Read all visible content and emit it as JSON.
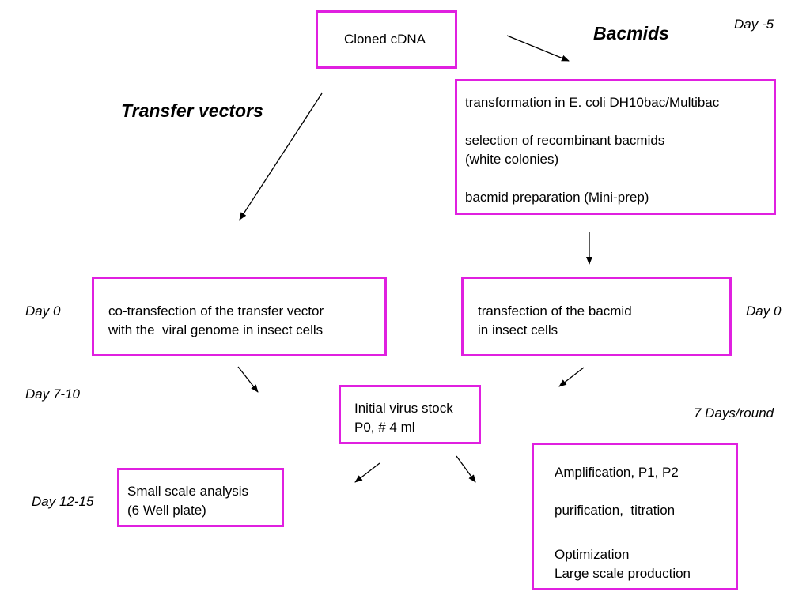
{
  "headings": {
    "bacmids": "Bacmids",
    "transfer_vectors": "Transfer vectors"
  },
  "day_labels": {
    "day_minus5": "Day -5",
    "day0_left": "Day 0",
    "day0_right": "Day 0",
    "day7_10": "Day 7-10",
    "days_per_round": "7 Days/round",
    "day12_15": "Day 12-15"
  },
  "boxes": {
    "cloned_cdna": {
      "line1": "Cloned cDNA"
    },
    "bacmid_steps": {
      "line1": "transformation in E. coli DH10bac/Multibac",
      "line2": "selection of recombinant bacmids",
      "line3": "(white colonies)",
      "line4": "bacmid preparation (Mini-prep)"
    },
    "cotransfection": {
      "line1": "co-transfection of the transfer vector",
      "line2": "with the  viral genome in insect cells"
    },
    "transfection": {
      "line1": "transfection of the bacmid",
      "line2": "in insect cells"
    },
    "initial_stock": {
      "line1": "Initial virus stock",
      "line2": "P0, # 4 ml"
    },
    "small_scale": {
      "line1": "Small scale analysis",
      "line2": "(6 Well plate)"
    },
    "amplification": {
      "line1": "Amplification, P1, P2",
      "line2": "purification,  titration",
      "line3": "Optimization",
      "line4": "Large scale production"
    }
  },
  "colors": {
    "box_border": "#e020e0",
    "arrow": "#000000"
  }
}
